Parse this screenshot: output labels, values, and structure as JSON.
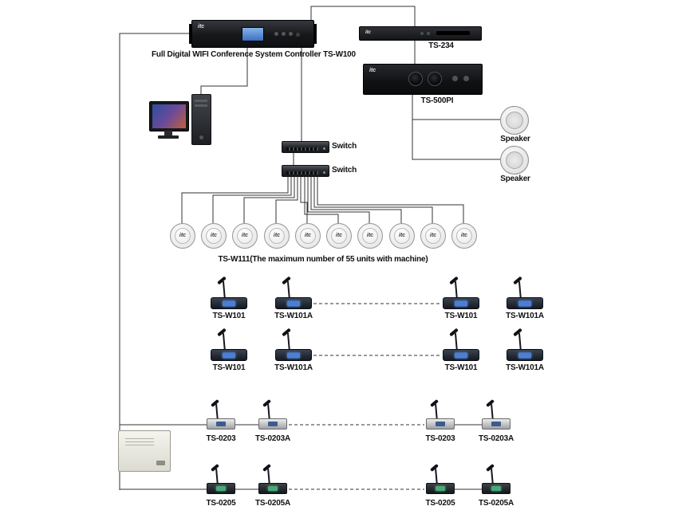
{
  "diagram": {
    "brand": "itc",
    "controller": {
      "label": "Full Digital WIFI Conference System Controller TS-W100"
    },
    "ts234": {
      "label": "TS-234"
    },
    "amplifier": {
      "label": "TS-500PI"
    },
    "speakers": [
      {
        "label": "Speaker"
      },
      {
        "label": "Speaker"
      }
    ],
    "switches": [
      {
        "label": "Switch"
      },
      {
        "label": "Switch"
      }
    ],
    "ceiling_units": {
      "label": "TS-W111(The maximum number of 55 units with machine)",
      "count": 10,
      "brand": "itc"
    },
    "mic_rows": [
      {
        "units": [
          "TS-W101",
          "TS-W101A",
          "TS-W101",
          "TS-W101A"
        ]
      },
      {
        "units": [
          "TS-W101",
          "TS-W101A",
          "TS-W101",
          "TS-W101A"
        ]
      },
      {
        "units": [
          "TS-0203",
          "TS-0203A",
          "TS-0203",
          "TS-0203A"
        ]
      },
      {
        "units": [
          "TS-0205",
          "TS-0205A",
          "TS-0205",
          "TS-0205A"
        ]
      }
    ],
    "colors": {
      "wire": "#333333",
      "screen_blue": "#4a7fd4",
      "screen_green": "#4aa878"
    }
  }
}
